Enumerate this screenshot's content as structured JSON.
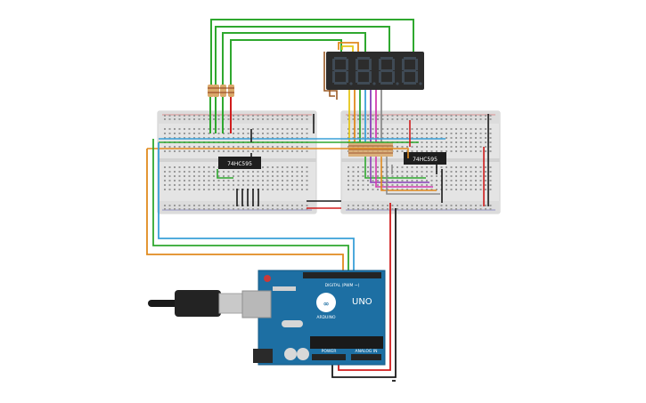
{
  "display": {
    "digits": "8.8.8.8.",
    "segment_color": "#3f4a55",
    "body_color": "#2c2c2c"
  },
  "chips": {
    "left_label": "74HC595",
    "right_label": "74HC595"
  },
  "arduino": {
    "logo_text": "ARDUINO",
    "model": "UNO",
    "digital_label": "DIGITAL (PWM ~)",
    "power_label": "POWER",
    "analog_label": "ANALOG IN",
    "board_color": "#1d6fa3"
  },
  "wires": {
    "green": "#2fa82f",
    "red": "#d01c1c",
    "black": "#1a1a1a",
    "orange": "#e08a1e",
    "blue": "#3aa0d8",
    "purple": "#8a3fb8",
    "yellow": "#e6c619",
    "gray": "#8c8c8c",
    "magenta": "#d23bb0",
    "brown": "#9a5a25",
    "teal": "#3fb8a8"
  }
}
